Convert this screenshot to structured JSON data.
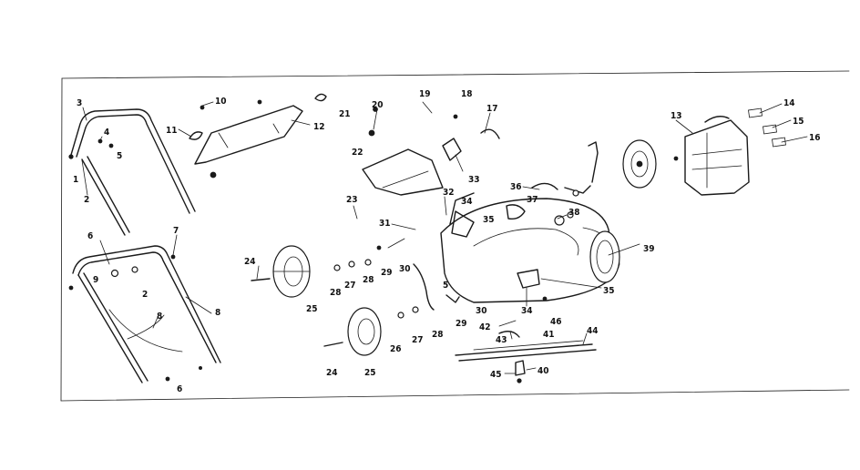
{
  "colors": {
    "ink": "#1a1a1a",
    "paper": "#ffffff"
  },
  "callouts": [
    {
      "id": "c1",
      "text": "1"
    },
    {
      "id": "c2",
      "text": "2"
    },
    {
      "id": "c3",
      "text": "3"
    },
    {
      "id": "c4",
      "text": "4"
    },
    {
      "id": "c5",
      "text": "5"
    },
    {
      "id": "c6a",
      "text": "6"
    },
    {
      "id": "c7",
      "text": "7"
    },
    {
      "id": "c8",
      "text": "8"
    },
    {
      "id": "c9",
      "text": "9"
    },
    {
      "id": "c8b",
      "text": "8"
    },
    {
      "id": "c2b",
      "text": "2"
    },
    {
      "id": "c6b",
      "text": "6"
    },
    {
      "id": "c10",
      "text": "10"
    },
    {
      "id": "c11",
      "text": "11"
    },
    {
      "id": "c12",
      "text": "12"
    },
    {
      "id": "c13",
      "text": "13"
    },
    {
      "id": "c14",
      "text": "14"
    },
    {
      "id": "c15",
      "text": "15"
    },
    {
      "id": "c16",
      "text": "16"
    },
    {
      "id": "c17",
      "text": "17"
    },
    {
      "id": "c18",
      "text": "18"
    },
    {
      "id": "c19",
      "text": "19"
    },
    {
      "id": "c20",
      "text": "20"
    },
    {
      "id": "c21",
      "text": "21"
    },
    {
      "id": "c22",
      "text": "22"
    },
    {
      "id": "c23",
      "text": "23"
    },
    {
      "id": "c24a",
      "text": "24"
    },
    {
      "id": "c24b",
      "text": "24"
    },
    {
      "id": "c25a",
      "text": "25"
    },
    {
      "id": "c25b",
      "text": "25"
    },
    {
      "id": "c26",
      "text": "26"
    },
    {
      "id": "c27a",
      "text": "27"
    },
    {
      "id": "c27b",
      "text": "27"
    },
    {
      "id": "c28a",
      "text": "28"
    },
    {
      "id": "c28b",
      "text": "28"
    },
    {
      "id": "c28c",
      "text": "28"
    },
    {
      "id": "c29a",
      "text": "29"
    },
    {
      "id": "c29b",
      "text": "29"
    },
    {
      "id": "c30a",
      "text": "30"
    },
    {
      "id": "c30b",
      "text": "30"
    },
    {
      "id": "c31",
      "text": "31"
    },
    {
      "id": "c32",
      "text": "32"
    },
    {
      "id": "c33",
      "text": "33"
    },
    {
      "id": "c34a",
      "text": "34"
    },
    {
      "id": "c34b",
      "text": "34"
    },
    {
      "id": "c35a",
      "text": "35"
    },
    {
      "id": "c35b",
      "text": "35"
    },
    {
      "id": "c36",
      "text": "36"
    },
    {
      "id": "c37",
      "text": "37"
    },
    {
      "id": "c38",
      "text": "38"
    },
    {
      "id": "c39",
      "text": "39"
    },
    {
      "id": "c40",
      "text": "40"
    },
    {
      "id": "c41",
      "text": "41"
    },
    {
      "id": "c42",
      "text": "42"
    },
    {
      "id": "c43",
      "text": "43"
    },
    {
      "id": "c44",
      "text": "44"
    },
    {
      "id": "c45",
      "text": "45"
    },
    {
      "id": "c46",
      "text": "46"
    },
    {
      "id": "c5b",
      "text": "5"
    }
  ]
}
